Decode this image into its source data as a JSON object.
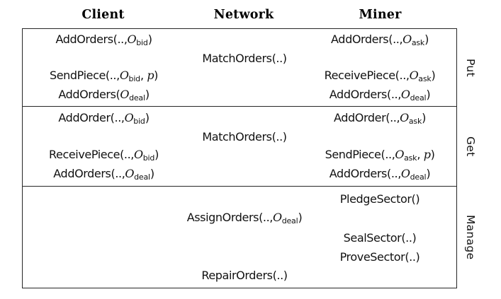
{
  "colors": {
    "background": "#ffffff",
    "text": "#111111",
    "border": "#262626"
  },
  "table": {
    "column_headers": [
      "Client",
      "Network",
      "Miner"
    ],
    "sections": [
      {
        "label": "Put",
        "rows": [
          {
            "client": {
              "plain": "AddOrders(..,O_bid)",
              "segments": [
                {
                  "s": "fn",
                  "t": "AddOrders(..,"
                },
                {
                  "s": "cal",
                  "t": "O"
                },
                {
                  "s": "sub",
                  "t": "bid"
                },
                {
                  "s": "fn",
                  "t": ")"
                }
              ]
            },
            "miner": {
              "plain": "AddOrders(..,O_ask)",
              "segments": [
                {
                  "s": "fn",
                  "t": "AddOrders(..,"
                },
                {
                  "s": "cal",
                  "t": "O"
                },
                {
                  "s": "sub",
                  "t": "ask"
                },
                {
                  "s": "fn",
                  "t": ")"
                }
              ]
            }
          },
          {
            "network": {
              "plain": "MatchOrders(..)",
              "segments": [
                {
                  "s": "fn",
                  "t": "MatchOrders(..)"
                }
              ]
            }
          },
          {
            "client": {
              "plain": "SendPiece(..,O_bid, p)",
              "segments": [
                {
                  "s": "fn",
                  "t": "SendPiece(..,"
                },
                {
                  "s": "cal",
                  "t": "O"
                },
                {
                  "s": "sub",
                  "t": "bid"
                },
                {
                  "s": "fn",
                  "t": ", "
                },
                {
                  "s": "var",
                  "t": "p"
                },
                {
                  "s": "fn",
                  "t": ")"
                }
              ]
            },
            "miner": {
              "plain": "ReceivePiece(..,O_ask)",
              "segments": [
                {
                  "s": "fn",
                  "t": "ReceivePiece(..,"
                },
                {
                  "s": "cal",
                  "t": "O"
                },
                {
                  "s": "sub",
                  "t": "ask"
                },
                {
                  "s": "fn",
                  "t": ")"
                }
              ]
            }
          },
          {
            "client": {
              "plain": "AddOrders(O_deal)",
              "segments": [
                {
                  "s": "fn",
                  "t": "AddOrders("
                },
                {
                  "s": "cal",
                  "t": "O"
                },
                {
                  "s": "sub",
                  "t": "deal"
                },
                {
                  "s": "fn",
                  "t": ")"
                }
              ]
            },
            "miner": {
              "plain": "AddOrders(..,O_deal)",
              "segments": [
                {
                  "s": "fn",
                  "t": "AddOrders(..,"
                },
                {
                  "s": "cal",
                  "t": "O"
                },
                {
                  "s": "sub",
                  "t": "deal"
                },
                {
                  "s": "fn",
                  "t": ")"
                }
              ]
            }
          }
        ]
      },
      {
        "label": "Get",
        "rows": [
          {
            "client": {
              "plain": "AddOrder(..,O_bid)",
              "segments": [
                {
                  "s": "fn",
                  "t": "AddOrder(..,"
                },
                {
                  "s": "cal",
                  "t": "O"
                },
                {
                  "s": "sub",
                  "t": "bid"
                },
                {
                  "s": "fn",
                  "t": ")"
                }
              ]
            },
            "miner": {
              "plain": "AddOrder(..,O_ask)",
              "segments": [
                {
                  "s": "fn",
                  "t": "AddOrder(..,"
                },
                {
                  "s": "cal",
                  "t": "O"
                },
                {
                  "s": "sub",
                  "t": "ask"
                },
                {
                  "s": "fn",
                  "t": ")"
                }
              ]
            }
          },
          {
            "network": {
              "plain": "MatchOrders(..)",
              "segments": [
                {
                  "s": "fn",
                  "t": "MatchOrders(..)"
                }
              ]
            }
          },
          {
            "client": {
              "plain": "ReceivePiece(..,O_bid)",
              "segments": [
                {
                  "s": "fn",
                  "t": "ReceivePiece(..,"
                },
                {
                  "s": "cal",
                  "t": "O"
                },
                {
                  "s": "sub",
                  "t": "bid"
                },
                {
                  "s": "fn",
                  "t": ")"
                }
              ]
            },
            "miner": {
              "plain": "SendPiece(..,O_ask, p)",
              "segments": [
                {
                  "s": "fn",
                  "t": "SendPiece(..,"
                },
                {
                  "s": "cal",
                  "t": "O"
                },
                {
                  "s": "sub",
                  "t": "ask"
                },
                {
                  "s": "fn",
                  "t": ", "
                },
                {
                  "s": "var",
                  "t": "p"
                },
                {
                  "s": "fn",
                  "t": ")"
                }
              ]
            }
          },
          {
            "client": {
              "plain": "AddOrders(..,O_deal)",
              "segments": [
                {
                  "s": "fn",
                  "t": "AddOrders(..,"
                },
                {
                  "s": "cal",
                  "t": "O"
                },
                {
                  "s": "sub",
                  "t": "deal"
                },
                {
                  "s": "fn",
                  "t": ")"
                }
              ]
            },
            "miner": {
              "plain": "AddOrders(..,O_deal)",
              "segments": [
                {
                  "s": "fn",
                  "t": "AddOrders(..,"
                },
                {
                  "s": "cal",
                  "t": "O"
                },
                {
                  "s": "sub",
                  "t": "deal"
                },
                {
                  "s": "fn",
                  "t": ")"
                }
              ]
            }
          }
        ]
      },
      {
        "label": "Manage",
        "rows": [
          {
            "miner": {
              "plain": "PledgeSector()",
              "segments": [
                {
                  "s": "fn",
                  "t": "PledgeSector()"
                }
              ]
            }
          },
          {
            "network": {
              "plain": "AssignOrders(..,O_deal)",
              "segments": [
                {
                  "s": "fn",
                  "t": "AssignOrders(..,"
                },
                {
                  "s": "cal",
                  "t": "O"
                },
                {
                  "s": "sub",
                  "t": "deal"
                },
                {
                  "s": "fn",
                  "t": ")"
                }
              ]
            }
          },
          {
            "miner": {
              "plain": "SealSector(..)",
              "segments": [
                {
                  "s": "fn",
                  "t": "SealSector(..)"
                }
              ]
            }
          },
          {
            "miner": {
              "plain": "ProveSector(..)",
              "segments": [
                {
                  "s": "fn",
                  "t": "ProveSector(..)"
                }
              ]
            }
          },
          {
            "network": {
              "plain": "RepairOrders(..)",
              "segments": [
                {
                  "s": "fn",
                  "t": "RepairOrders(..)"
                }
              ]
            }
          }
        ]
      }
    ]
  }
}
